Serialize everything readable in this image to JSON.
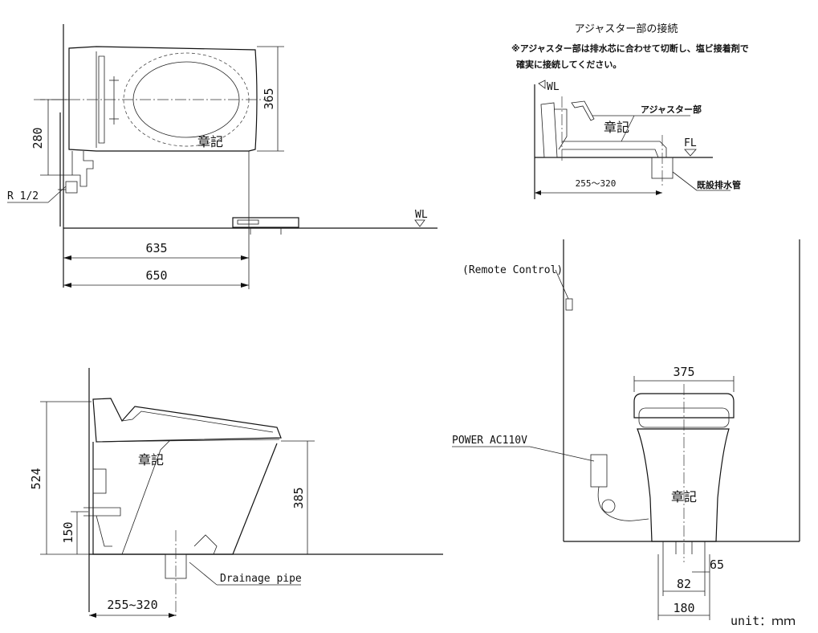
{
  "top_view": {
    "dim_365": "365",
    "dim_280": "280",
    "dim_635": "635",
    "dim_650": "650",
    "label_r12": "R 1/2",
    "label_wl": "WL",
    "stamp": "章記"
  },
  "side_view": {
    "dim_524": "524",
    "dim_150": "150",
    "dim_385": "385",
    "dim_offset": "255~320",
    "label_drain": "Drainage pipe",
    "stamp": "章記"
  },
  "front_view": {
    "label_remote": "(Remote Control)",
    "label_power": "POWER AC110V",
    "dim_375": "375",
    "dim_65": "65",
    "dim_82": "82",
    "dim_180": "180",
    "stamp": "章記"
  },
  "adjuster": {
    "title": "アジャスター部の接続",
    "note_line1": "※アジャスター部は排水芯に合わせて切断し、塩ビ接着剤で",
    "note_line2": "確実に接続してください。",
    "label_wl": "WL",
    "label_part": "アジャスター部",
    "label_fl": "FL",
    "label_pipe": "既設排水管",
    "dim_offset": "255〜320",
    "stamp": "章記"
  },
  "unit_label": "unit：ｍｍ"
}
